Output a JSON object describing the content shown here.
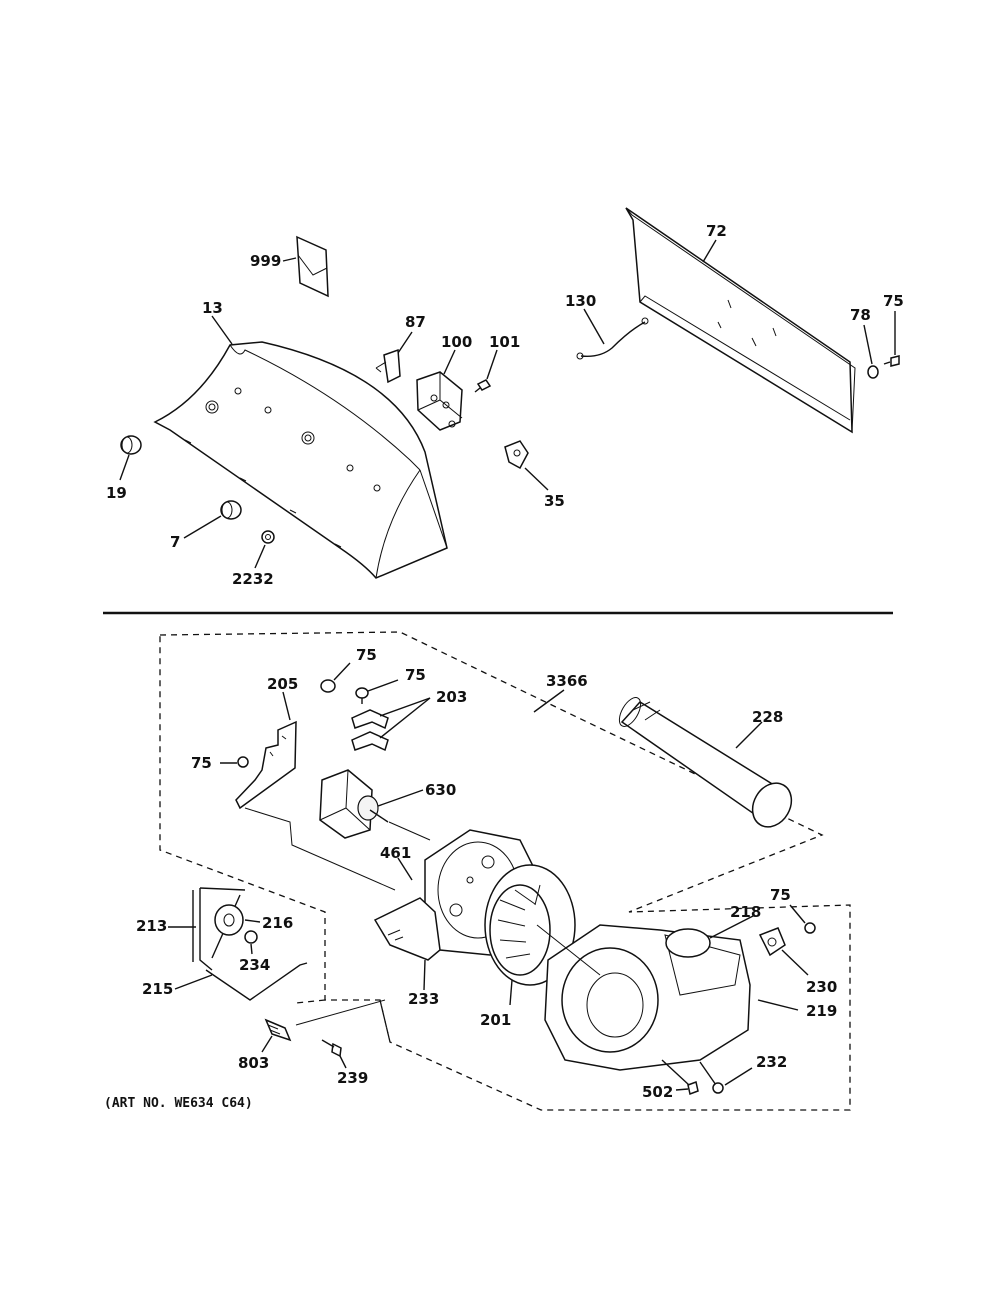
{
  "labels": {
    "p999": "999",
    "p13": "13",
    "p87": "87",
    "p100": "100",
    "p101": "101",
    "p19": "19",
    "p7": "7",
    "p2232": "2232",
    "p35": "35",
    "p72": "72",
    "p130": "130",
    "p78": "78",
    "p75_top": "75",
    "p3366": "3366",
    "p75_a": "75",
    "p75_b": "75",
    "p203": "203",
    "p205": "205",
    "p75_c": "75",
    "p630": "630",
    "p228": "228",
    "p461": "461",
    "p213": "213",
    "p216": "216",
    "p234": "234",
    "p215": "215",
    "p233": "233",
    "p201": "201",
    "p218": "218",
    "p75_d": "75",
    "p230": "230",
    "p219": "219",
    "p803": "803",
    "p239": "239",
    "p232": "232",
    "p502": "502"
  },
  "art_number": "(ART NO. WE634 C64)"
}
